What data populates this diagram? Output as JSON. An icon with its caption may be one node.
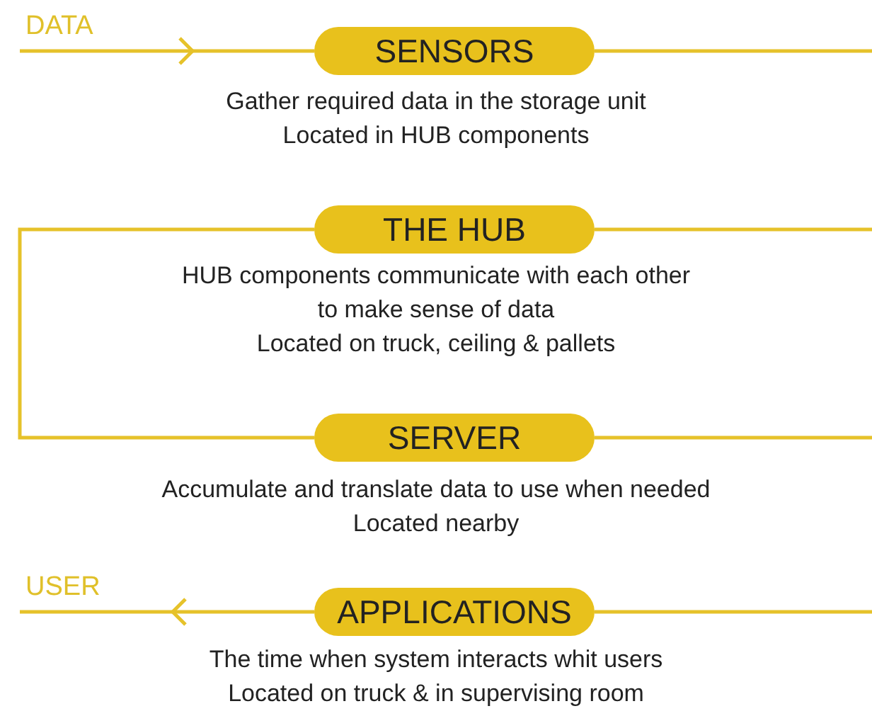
{
  "diagram": {
    "nodes": [
      {
        "text": [
          "SENSORS"
        ],
        "beside": [
          "Gather required data in the storage unit",
          "Located in HUB components"
        ]
      },
      {
        "text": [
          "THE HUB"
        ],
        "beside": [
          "HUB components communicate with each other",
          "to make sense of data",
          "Located on truck, ceiling & pallets"
        ]
      },
      {
        "text": [
          "SERVER"
        ],
        "beside": [
          "Accumulate and translate data to use when needed",
          "Located nearby"
        ]
      },
      {
        "text": [
          "APPLICATIONS"
        ],
        "beside": [
          "The time when system interacts whit users",
          "Located on truck & in supervising room"
        ]
      }
    ],
    "edges": [
      {
        "from": null,
        "to": 0,
        "arrow": "to",
        "label": "DATA"
      },
      {
        "from": 0,
        "to": null,
        "arrow": "none"
      },
      {
        "from": null,
        "to": 1,
        "arrow": "none"
      },
      {
        "from": 1,
        "to": 2,
        "arrow": "none"
      },
      {
        "from": 2,
        "to": null,
        "arrow": "none"
      },
      {
        "from": null,
        "to": 3,
        "arrow": "none"
      },
      {
        "from": 3,
        "to": null,
        "arrow": "to",
        "label": "USER"
      }
    ]
  }
}
